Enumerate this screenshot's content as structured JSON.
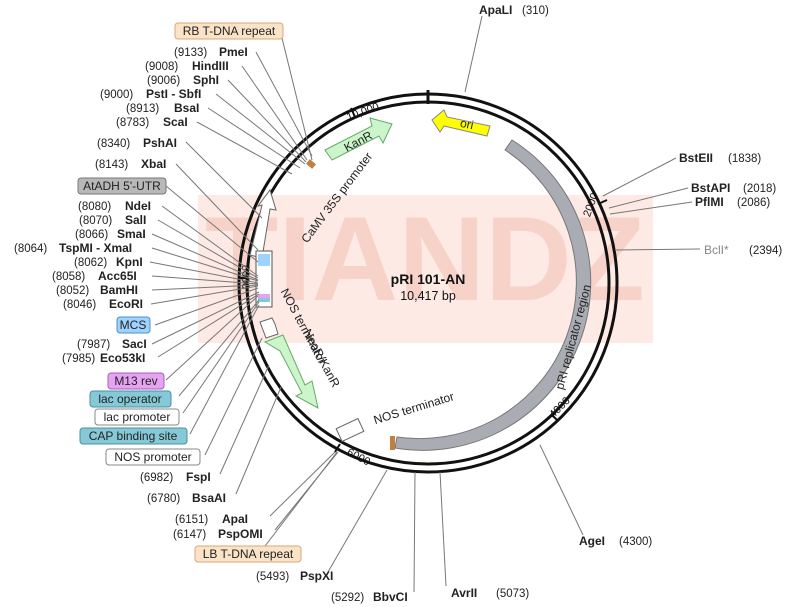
{
  "plasmid": {
    "name": "pRI 101-AN",
    "size": "10,417 bp",
    "watermark": "TIANDZ"
  },
  "ticks": {
    "t2000": "2000",
    "t4000": "4000",
    "t6000": "6000",
    "t8000": "8000",
    "t10000": "10,000"
  },
  "features": {
    "kanr": "KanR",
    "ori": "ori",
    "camv": "CaMV 35S promoter",
    "nos_term_left": "NOS terminator",
    "neor": "NeoR/KanR",
    "nos_term_bottom": "NOS terminator",
    "pri_rep": "pRI replicator region"
  },
  "sites": {
    "apal1": {
      "name": "ApaLI",
      "pos": "(310)"
    },
    "bsteii": {
      "name": "BstEII",
      "pos": "(1838)"
    },
    "bstapi": {
      "name": "BstAPI",
      "pos": "(2018)"
    },
    "pflmi": {
      "name": "PflMI",
      "pos": "(2086)"
    },
    "bcli": {
      "name": "BclI*",
      "pos": "(2394)"
    },
    "agei": {
      "name": "AgeI",
      "pos": "(4300)"
    },
    "avrii": {
      "name": "AvrII",
      "pos": "(5073)"
    },
    "bbvci": {
      "name": "BbvCI",
      "pos": "(5292)"
    },
    "pspxi": {
      "name": "PspXI",
      "pos": "(5493)"
    },
    "pspomi": {
      "name": "PspOMI",
      "pos": "(6147)"
    },
    "apai": {
      "name": "ApaI",
      "pos": "(6151)"
    },
    "bsaai": {
      "name": "BsaAI",
      "pos": "(6780)"
    },
    "fspi": {
      "name": "FspI",
      "pos": "(6982)"
    },
    "eco53ki": {
      "name": "Eco53kI",
      "pos": "(7985)"
    },
    "saci": {
      "name": "SacI",
      "pos": "(7987)"
    },
    "ecori": {
      "name": "EcoRI",
      "pos": "(8046)"
    },
    "bamhi": {
      "name": "BamHI",
      "pos": "(8052)"
    },
    "acc65i": {
      "name": "Acc65I",
      "pos": "(8058)"
    },
    "kpni": {
      "name": "KpnI",
      "pos": "(8062)"
    },
    "tspmi": {
      "name": "TspMI - XmaI",
      "pos": "(8064)"
    },
    "smai": {
      "name": "SmaI",
      "pos": "(8066)"
    },
    "sali": {
      "name": "SalI",
      "pos": "(8070)"
    },
    "ndei": {
      "name": "NdeI",
      "pos": "(8080)"
    },
    "xbai": {
      "name": "XbaI",
      "pos": "(8143)"
    },
    "pshai": {
      "name": "PshAI",
      "pos": "(8340)"
    },
    "scai": {
      "name": "ScaI",
      "pos": "(8783)"
    },
    "bsai": {
      "name": "BsaI",
      "pos": "(8913)"
    },
    "psti": {
      "name": "PstI - SbfI",
      "pos": "(9000)"
    },
    "sphi": {
      "name": "SphI",
      "pos": "(9006)"
    },
    "hindiii": {
      "name": "HindIII",
      "pos": "(9008)"
    },
    "pmei": {
      "name": "PmeI",
      "pos": "(9133)"
    }
  },
  "boxes": {
    "rb": "RB T-DNA repeat",
    "atadh": "AtADH 5'-UTR",
    "mcs": "MCS",
    "m13": "M13 rev",
    "lacop": "lac operator",
    "lacprom": "lac promoter",
    "cap": "CAP binding site",
    "nosprom": "NOS promoter",
    "lb": "LB T-DNA repeat"
  },
  "colors": {
    "backbone": "#111111",
    "kanr_fill": "#ccf5cc",
    "ori_fill": "#ffff00",
    "rep_fill": "#a9acb3",
    "tdna_box": "#fbe3c8",
    "atadh_box": "#b8b8b8",
    "mcs_box": "#9fd3ff",
    "m13_box": "#e6a3f2",
    "lacop_box": "#86c9d6",
    "cap_box": "#86c9d6",
    "watermark": "#f9d7cf"
  }
}
